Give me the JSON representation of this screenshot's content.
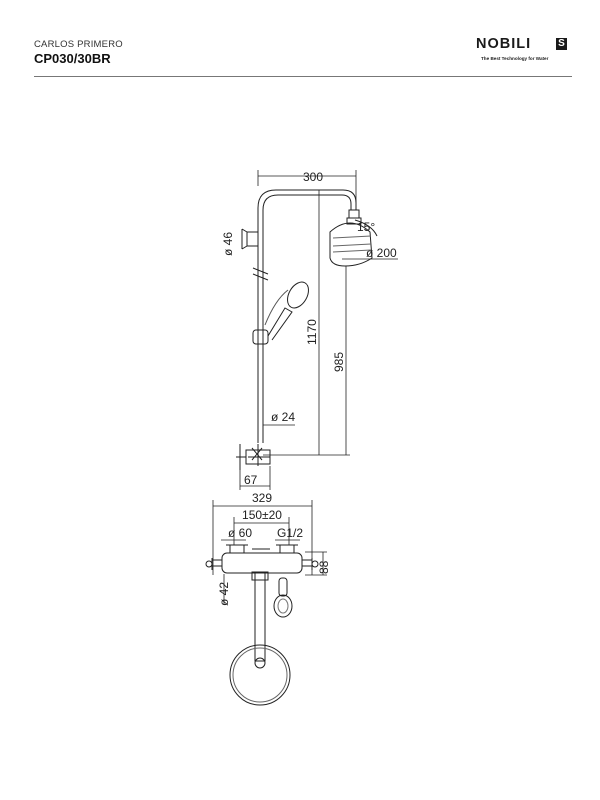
{
  "header": {
    "series": "CARLOS PRIMERO",
    "model": "CP030/30BR",
    "logo_text": "NOBILI",
    "logo_mark": "S",
    "tagline": "The Best Technology for Water"
  },
  "dimensions": {
    "arm_length": "300",
    "tilt_angle": "15°",
    "head_diameter": "ø 200",
    "bracket_diameter": "ø 46",
    "column_height": "1170",
    "head_height": "985",
    "pipe_diameter": "ø 24",
    "mixer_depth": "67",
    "overall_width": "329",
    "centre_distance": "150±20",
    "handle_diameter": "ø 60",
    "thread": "G1/2",
    "body_depth": "88",
    "body_diameter": "ø 42"
  }
}
